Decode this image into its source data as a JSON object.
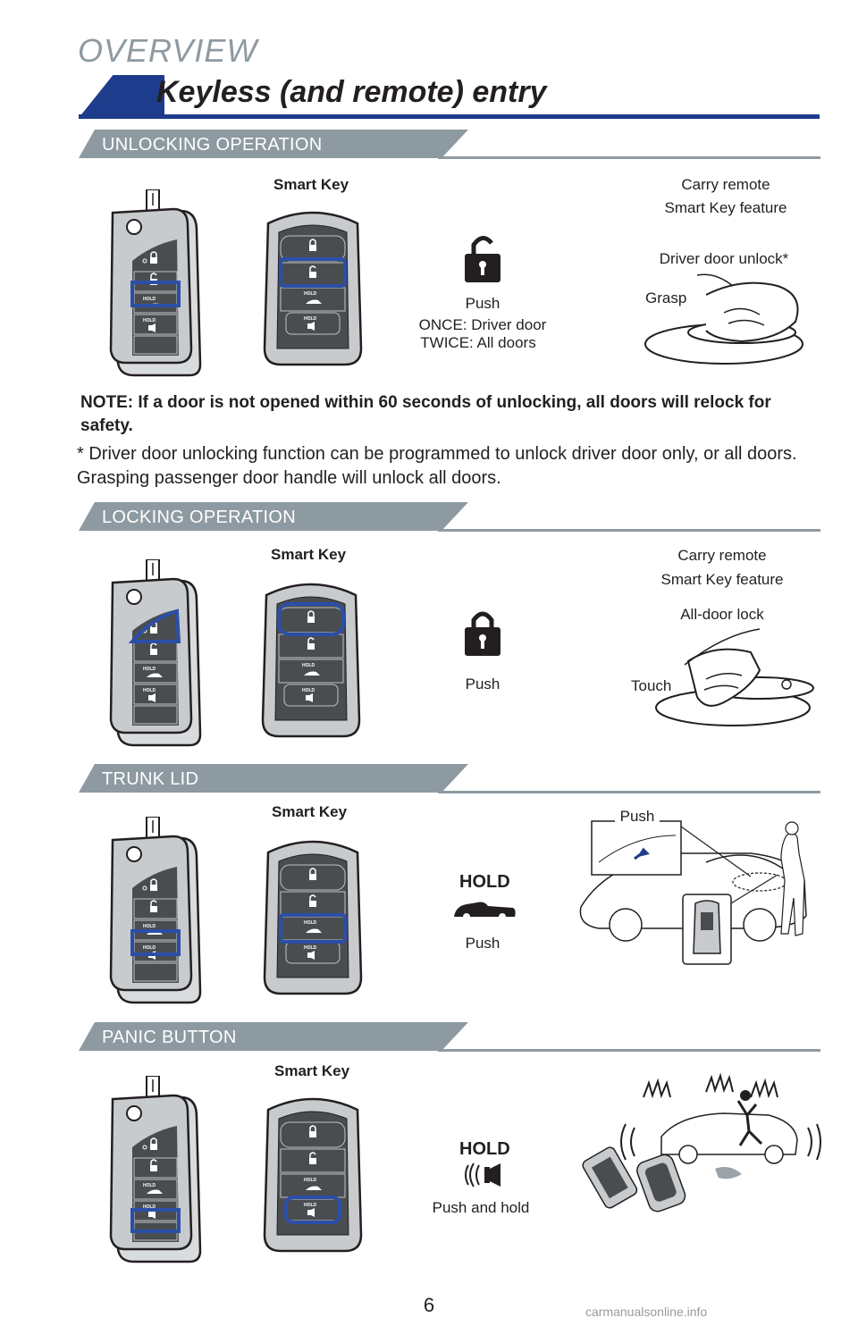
{
  "header": {
    "overview": "OVERVIEW",
    "title": "Keyless (and remote) entry"
  },
  "smart_key_label": "Smart Key",
  "sections": {
    "unlocking": {
      "heading": "UNLOCKING OPERATION",
      "push": "Push",
      "once": "ONCE: Driver door",
      "twice": "TWICE: All doors",
      "carry1": "Carry remote",
      "carry2": "Smart Key feature",
      "driver_unlock": "Driver door unlock*",
      "grasp": "Grasp"
    },
    "locking": {
      "heading": "LOCKING OPERATION",
      "push": "Push",
      "carry1": "Carry remote",
      "carry2": "Smart Key feature",
      "all_door_lock": "All-door lock",
      "touch": "Touch"
    },
    "trunk": {
      "heading": "TRUNK LID",
      "hold": "HOLD",
      "push": "Push",
      "push_callout": "Push"
    },
    "panic": {
      "heading": "PANIC BUTTON",
      "hold": "HOLD",
      "push_hold": "Push and hold"
    }
  },
  "note": "NOTE: If a door is not opened within 60 seconds of unlocking, all doors will relock for safety.",
  "footnote": "* Driver door unlocking function can be programmed to unlock driver door only, or all doors. Grasping passenger door handle will unlock all doors.",
  "key_button_label": "HOLD",
  "page_number": "6",
  "watermark": "carmanualsonline.info",
  "colors": {
    "accent": "#1e3c8c",
    "section_gray": "#8e9aa1",
    "highlight": "#2b4fa8"
  }
}
